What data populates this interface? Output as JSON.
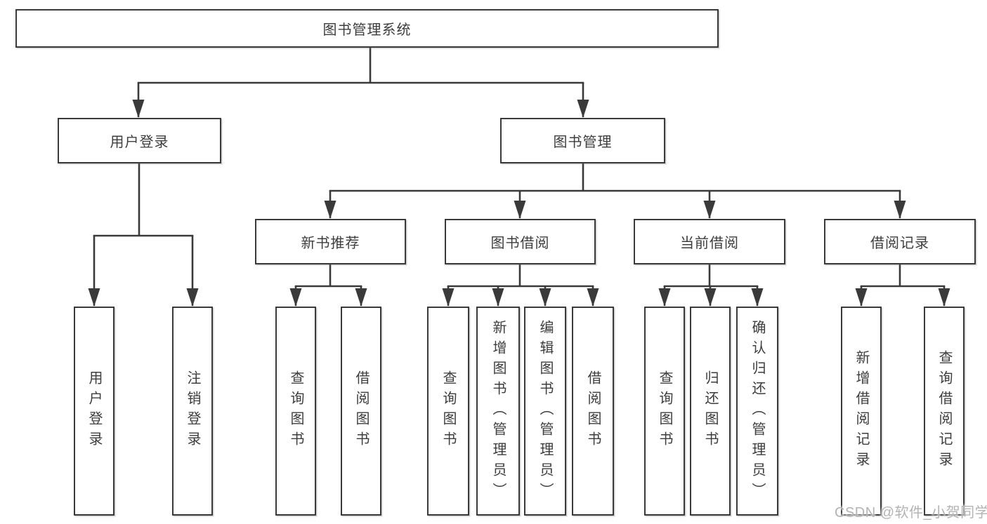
{
  "watermark": "CSDN @软件_小贺同学",
  "colors": {
    "line": "#3a3a3a",
    "text": "#3d3d3d",
    "watermark": "#b3b3b3",
    "background": "#ffffff"
  },
  "tree": {
    "label": "图书管理系统",
    "children": [
      {
        "label": "用户登录",
        "children": [
          {
            "label": "用户登录"
          },
          {
            "label": "注销登录"
          }
        ]
      },
      {
        "label": "图书管理",
        "children": [
          {
            "label": "新书推荐",
            "children": [
              {
                "label": "查询图书"
              },
              {
                "label": "借阅图书"
              }
            ]
          },
          {
            "label": "图书借阅",
            "children": [
              {
                "label": "查询图书"
              },
              {
                "label": "新增图书（管理员）"
              },
              {
                "label": "编辑图书（管理员）"
              },
              {
                "label": "借阅图书"
              }
            ]
          },
          {
            "label": "当前借阅",
            "children": [
              {
                "label": "查询图书"
              },
              {
                "label": "归还图书"
              },
              {
                "label": "确认归还（管理员）"
              }
            ]
          },
          {
            "label": "借阅记录",
            "children": [
              {
                "label": "新增借阅记录"
              },
              {
                "label": "查询借阅记录"
              }
            ]
          }
        ]
      }
    ]
  }
}
